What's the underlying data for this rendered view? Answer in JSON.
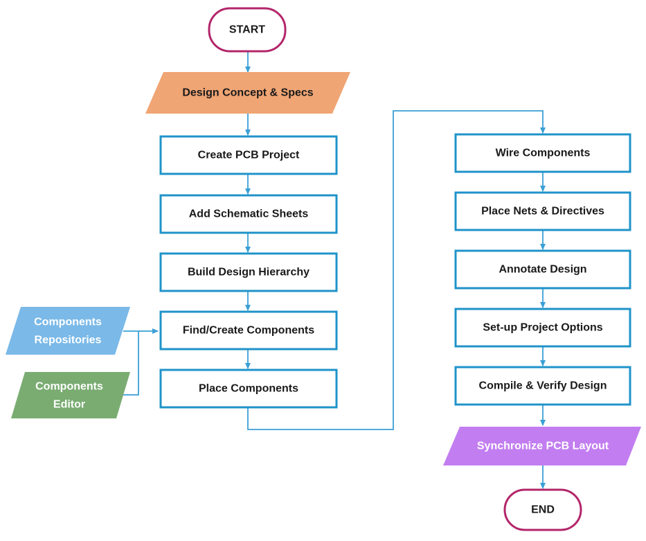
{
  "flowchart": {
    "start": "START",
    "end": "END",
    "concept": "Design Concept & Specs",
    "steps_left": [
      "Create PCB Project",
      "Add Schematic Sheets",
      "Build Design Hierarchy",
      "Find/Create Components",
      "Place Components"
    ],
    "steps_right": [
      "Wire Components",
      "Place Nets & Directives",
      "Annotate Design",
      "Set-up Project Options",
      "Compile & Verify Design"
    ],
    "sync": "Synchronize PCB Layout",
    "side_inputs": [
      {
        "line1": "Components",
        "line2": "Repositories"
      },
      {
        "line1": "Components",
        "line2": "Editor"
      }
    ]
  },
  "colors": {
    "box_border": "#1f93c9",
    "connector": "#3a9fd6",
    "terminal_border": "#b3266a",
    "concept_fill": "#f0a574",
    "repositories_fill": "#7ab9e8",
    "editor_fill": "#7aac72",
    "sync_fill": "#c27ef0"
  }
}
